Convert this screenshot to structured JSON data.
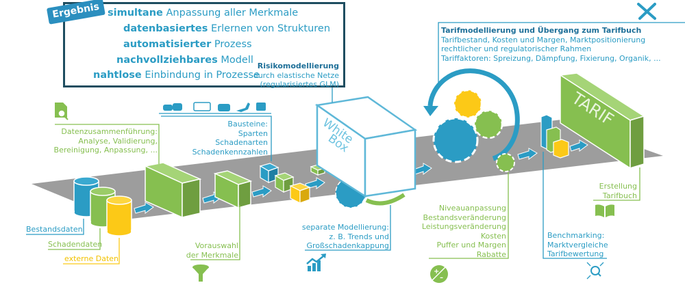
{
  "result": {
    "badge": "Ergebnis",
    "lines": [
      {
        "bold": "simultane",
        "rest": " Anpassung aller Merkmale"
      },
      {
        "bold": "datenbasiertes",
        "rest": " Erlernen von Strukturen"
      },
      {
        "bold": "automatisierter",
        "rest": " Prozess"
      },
      {
        "bold": "nachvollziehbares",
        "rest": " Modell"
      },
      {
        "bold": "nahtlose",
        "rest": " Einbindung in Prozesse"
      }
    ]
  },
  "risk": {
    "title": "Risikomodellierung",
    "line1": "durch elastische Netze",
    "line2": "(regularisiertes GLM)"
  },
  "tarif_box": {
    "title": "Tarifmodellierung und Übergang zum Tarifbuch",
    "line1": "Tarifbestand, Kosten und Margen, Marktpositionierung",
    "line2": "rechtlicher und regulatorischer Rahmen",
    "line3": "Tariffaktoren: Spreizung, Dämpfung, Fixierung, Organik, ..."
  },
  "data_merge": {
    "line1": "Datenzusammenführung:",
    "line2": "Analyse, Validierung,",
    "line3": "Bereinigung, Anpassung, ..."
  },
  "bausteine": {
    "line1": "Bausteine:",
    "line2": "Sparten",
    "line3": "Schadenarten",
    "line4": "Schadenkennzahlen"
  },
  "sources": {
    "bestand": "Bestandsdaten",
    "schaden": "Schadendaten",
    "extern": "externe Daten"
  },
  "vorauswahl": {
    "line1": "Vorauswahl",
    "line2": "der Merkmale"
  },
  "separate": {
    "line1": "separate Modellierung:",
    "line2": "z. B. Trends und",
    "line3": "Großschadenkappung"
  },
  "adjust": {
    "items": [
      "Niveauanpassung",
      "Bestandsveränderung",
      "Leistungsveränderung",
      "Kosten",
      "Puffer und Margen",
      "Rabatte"
    ]
  },
  "benchmark": {
    "line1": "Benchmarking:",
    "line2": "Marktvergleiche",
    "line3": "Tarifbewertung"
  },
  "tarifbuch": {
    "line1": "Erstellung",
    "line2": "Tarifbuch"
  },
  "whitebox": {
    "line1": "White",
    "line2": "Box"
  },
  "tarif_block": "TARIF",
  "colors": {
    "blue": "#2b9cc4",
    "dark_blue": "#1e4d60",
    "green": "#86bf50",
    "yellow": "#fcc917",
    "gray_floor": "#9d9d9d"
  }
}
